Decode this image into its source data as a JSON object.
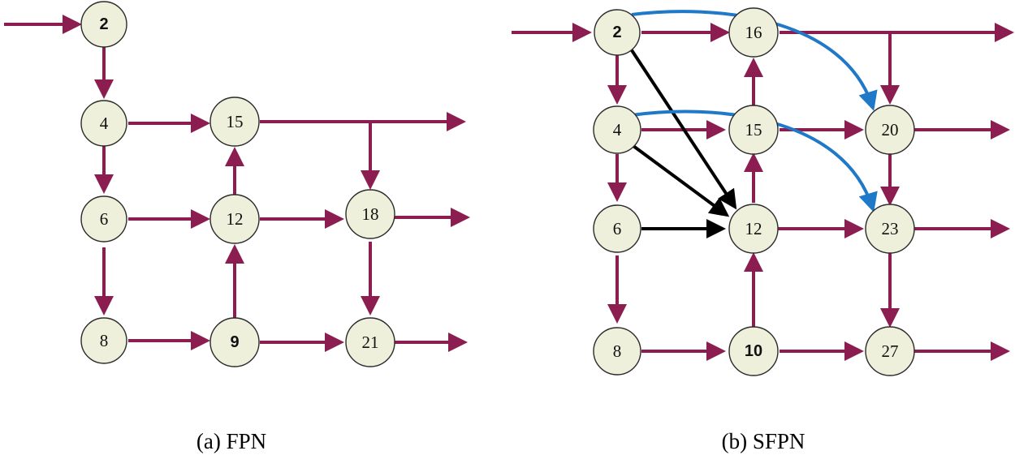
{
  "colors": {
    "maroon": "#8b1d50",
    "black": "#000000",
    "blue": "#1f78c8"
  },
  "fpn": {
    "caption": "(a) FPN",
    "nodes": {
      "n2": "2",
      "n4": "4",
      "n6": "6",
      "n8": "8",
      "n15": "15",
      "n12": "12",
      "n9": "9",
      "n18": "18",
      "n21": "21"
    }
  },
  "sfpn": {
    "caption": "(b) SFPN",
    "nodes": {
      "n2": "2",
      "n4": "4",
      "n6": "6",
      "n8": "8",
      "n16": "16",
      "n15": "15",
      "n12": "12",
      "n10": "10",
      "n20": "20",
      "n23": "23",
      "n27": "27"
    }
  }
}
